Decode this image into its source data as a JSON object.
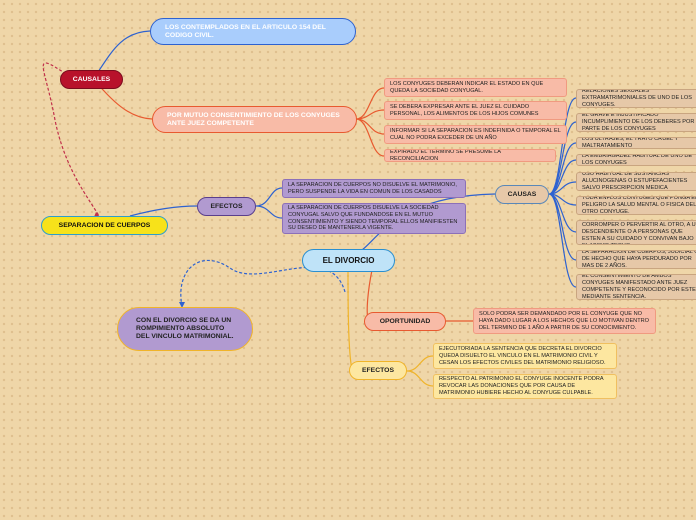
{
  "nodes": {
    "article": "LOS CONTEMPLADOS EN EL ARTICULO 154 DEL CODIGO CIVIL.",
    "causales": "CAUSALES",
    "mutuo": "POR MUTUO CONSENTIMIENTO DE LOS CONYUGES ANTE JUEZ COMPETENTE",
    "mutuo_items": [
      "LOS CONYUGES DEBERAN INDICAR EL ESTADO EN QUE QUEDA LA SOCIEDAD CONYUGAL.",
      "SE DEBERA EXPRESAR ANTE EL JUEZ EL CUIDADO PERSONAL, LOS ALIMENTOS DE LOS HIJOS COMUNES",
      "INFORMAR SI LA SEPARACION ES INDEFINIDA O TEMPORAL EL CUAL NO PODRA EXCEDER DE UN AÑO",
      "EXPIRADO EL TERMINO SE PRESUME LA RECONCILIACION"
    ],
    "separacion": "SEPARACION DE CUERPOS",
    "efectos_sep": "EFECTOS",
    "efectos_sep_items": [
      "LA SEPARACION DE CUERPOS NO DISUELVE EL MATRIMONIO, PERO SUSPENDE LA VIDA EN COMUN DE LOS CASADOS",
      "LA SEPARACION DE CUERPOS DISUELVE LA SOCIEDAD CONYUGAL SALVO QUE FUNDANDOSE EN EL MUTUO CONSENTIMIENTO Y SIENDO TEMPORAL ELLOS MANIFIESTEN SU DESEO DE MANTENERLA VIGENTE."
    ],
    "center": "EL DIVORCIO",
    "con_divorcio": "CON EL DIVORCIO SE DA UN ROMPIMIENTO ABSOLUTO DEL VINCULO MATRIMONIAL.",
    "causas": "CAUSAS",
    "causas_items": [
      "RELACIONES SEXUALES EXTRAMATRIMONIALES DE UNO DE LOS CONYUGES.",
      "EL GRAVE E INJUSTIFICADO INCUMPLIMIENTO DE LOS DEBERES POR PARTE DE LOS CONYUGES",
      "LOS ULTRAJES, EL TRATO CRUEL Y MALTRATAMIENTO",
      "LA EMBRIAGADEZ HABITUAL DE UNO DE LOS CONYUGES",
      "USO HABITUAL DE SUSTANCIAS ALUCINOGENAS O ESTUPEFACIENTES SALVO PRESCRIPCION MEDICA",
      "TODA ENFLOS CONYUGES QUE PONGA EN PELIGRO LA SALUD MENTAL O FISICA DEL OTRO CONYUGE.",
      "TODA CONDUCTA TENDIENTE A CORROMPER O PERVERTIR AL OTRO, A UN DESCENDIENTE O A PERSONAS QUE ESTEN A SU CUIDADO Y CONVIVAN BAJO EL MISMO TECHO.",
      "LA SEPARACION DE CUERPOS, JUDICIAL O DE HECHO QUE HAYA PERDURADO POR MAS DE 2 AÑOS.",
      "EL CONSENTIMIENTO DE AMBOS CONYUGES MANIFESTADO ANTE JUEZ COMPETENTE Y RECONOCIDO POR ESTE MEDIANTE SENTENCIA."
    ],
    "oportunidad": "OPORTUNIDAD",
    "oportunidad_item": "SOLO PODRA SER DEMANDADO POR EL CONYUGE QUE NO HAYA DADO LUGAR A LOS HECHOS QUE LO MOTIVAN DENTRO DEL TERMINO DE 1 AÑO A PARTIR DE SU CONOCIMIENTO.",
    "efectos_div": "EFECTOS",
    "efectos_div_items": [
      "EJECUTORIADA LA SENTENCIA QUE DECRETA EL DIVORCIO QUEDA DISUELTO EL VINCULO EN EL MATRIMONIO CIVIL Y CESAN LOS EFECTOS CIVILES DEL MATRIMONIO RELIGIOSO.",
      "RESPECTO AL PATRIMONIO EL CONYUGE INOCENTE PODRA REVOCAR LAS DONACIONES QUE POR CAUSA DE MATRIMONIO HUBIERE HECHO AL CONYUGE CULPABLE."
    ]
  },
  "colors": {
    "background": "#efd6a8",
    "blue": "#2e62d0",
    "red": "#b8122b",
    "orange": "#e85a30",
    "purple": "#5a3f8c",
    "yellow": "#f0b429",
    "teal": "#2a8fd0"
  }
}
